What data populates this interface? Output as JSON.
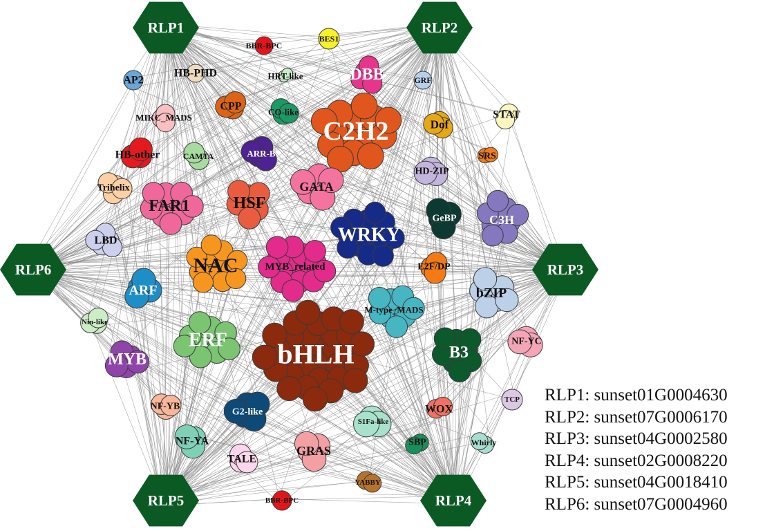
{
  "hub_color": "#0b5a23",
  "hubs": [
    {
      "id": "RLP1",
      "label": "RLP1"
    },
    {
      "id": "RLP2",
      "label": "RLP2"
    },
    {
      "id": "RLP3",
      "label": "RLP3"
    },
    {
      "id": "RLP4",
      "label": "RLP4"
    },
    {
      "id": "RLP5",
      "label": "RLP5"
    },
    {
      "id": "RLP6",
      "label": "RLP6"
    }
  ],
  "families": [
    {
      "label": "BBR-BPC",
      "color": "#e3151b",
      "text": "#111111"
    },
    {
      "label": "BES1",
      "color": "#f7f12a",
      "text": "#111111"
    },
    {
      "label": "HB-PHD",
      "color": "#eedcbe",
      "text": "#111111"
    },
    {
      "label": "HRT-like",
      "color": "#c8ecc8",
      "text": "#111111"
    },
    {
      "label": "DBB",
      "color": "#e5368b",
      "text": "#ffffff"
    },
    {
      "label": "GRF",
      "color": "#b7cfe8",
      "text": "#111111"
    },
    {
      "label": "AP2",
      "color": "#6aa7d6",
      "text": "#111111"
    },
    {
      "label": "CPP",
      "color": "#dd6416",
      "text": "#111111"
    },
    {
      "label": "CO-like",
      "color": "#1a9a66",
      "text": "#111111"
    },
    {
      "label": "MIKC_MADS",
      "color": "#f8c0c0",
      "text": "#111111"
    },
    {
      "label": "C2H2",
      "color": "#e0561c",
      "text": "#ffffff"
    },
    {
      "label": "Dof",
      "color": "#e6a816",
      "text": "#111111"
    },
    {
      "label": "STAT",
      "color": "#fbf6c2",
      "text": "#111111"
    },
    {
      "label": "HB-other",
      "color": "#e31a1f",
      "text": "#111111"
    },
    {
      "label": "CAMTA",
      "color": "#a8dba0",
      "text": "#111111"
    },
    {
      "label": "ARR-B",
      "color": "#4d2391",
      "text": "#ffffff"
    },
    {
      "label": "SRS",
      "color": "#f07c1c",
      "text": "#111111"
    },
    {
      "label": "HD-ZIP",
      "color": "#c4b5dc",
      "text": "#111111"
    },
    {
      "label": "Trihelix",
      "color": "#fbd0a2",
      "text": "#111111"
    },
    {
      "label": "GATA",
      "color": "#f5739f",
      "text": "#111111"
    },
    {
      "label": "FAR1",
      "color": "#f0689b",
      "text": "#111111"
    },
    {
      "label": "HSF",
      "color": "#e95c40",
      "text": "#111111"
    },
    {
      "label": "GeBP",
      "color": "#0c3a32",
      "text": "#ffffff"
    },
    {
      "label": "C3H",
      "color": "#8578bf",
      "text": "#ffffff"
    },
    {
      "label": "WRKY",
      "color": "#162a88",
      "text": "#ffffff"
    },
    {
      "label": "LBD",
      "color": "#cdd0ec",
      "text": "#111111"
    },
    {
      "label": "NAC",
      "color": "#f7961f",
      "text": "#111111"
    },
    {
      "label": "MYB_related",
      "color": "#e32b8c",
      "text": "#111111"
    },
    {
      "label": "E2F/DP",
      "color": "#f47a14",
      "text": "#111111"
    },
    {
      "label": "ARF",
      "color": "#1e8ec6",
      "text": "#ffffff"
    },
    {
      "label": "bZIP",
      "color": "#bcd0e8",
      "text": "#111111"
    },
    {
      "label": "M-type_MADS",
      "color": "#46b6c3",
      "text": "#111111"
    },
    {
      "label": "Nin-like",
      "color": "#cdedc6",
      "text": "#111111"
    },
    {
      "label": "ERF",
      "color": "#7ac472",
      "text": "#ffffff"
    },
    {
      "label": "bHLH",
      "color": "#8c2a0d",
      "text": "#ffffff"
    },
    {
      "label": "B3",
      "color": "#0c5a2c",
      "text": "#ffffff"
    },
    {
      "label": "NF-YC",
      "color": "#f5a5b8",
      "text": "#111111"
    },
    {
      "label": "MYB",
      "color": "#8e44a8",
      "text": "#ffffff"
    },
    {
      "label": "TCP",
      "color": "#dcc8e4",
      "text": "#111111"
    },
    {
      "label": "NF-YB",
      "color": "#f8b79a",
      "text": "#111111"
    },
    {
      "label": "G2-like",
      "color": "#0d4a78",
      "text": "#ffffff"
    },
    {
      "label": "WOX",
      "color": "#f07262",
      "text": "#111111"
    },
    {
      "label": "S1Fa-like",
      "color": "#a8e2cc",
      "text": "#111111"
    },
    {
      "label": "NF-YA",
      "color": "#7fd0b6",
      "text": "#111111"
    },
    {
      "label": "SBP",
      "color": "#1a8e5c",
      "text": "#111111"
    },
    {
      "label": "Whirly",
      "color": "#a8ded0",
      "text": "#111111"
    },
    {
      "label": "TALE",
      "color": "#fbd6ec",
      "text": "#111111"
    },
    {
      "label": "GRAS",
      "color": "#f2a0a4",
      "text": "#111111"
    },
    {
      "label": "YABBY",
      "color": "#b8732a",
      "text": "#111111"
    },
    {
      "label": "BBR-BPC",
      "color": "#e3151b",
      "text": "#111111"
    }
  ],
  "legend": [
    {
      "label": "RLP1: sunset01G0004630"
    },
    {
      "label": "RLP2: sunset07G0006170"
    },
    {
      "label": "RLP3: sunset04G0002580"
    },
    {
      "label": "RLP4: sunset02G0008220"
    },
    {
      "label": "RLP5: sunset04G0018410"
    },
    {
      "label": "RLP6: sunset07G0004960"
    }
  ]
}
